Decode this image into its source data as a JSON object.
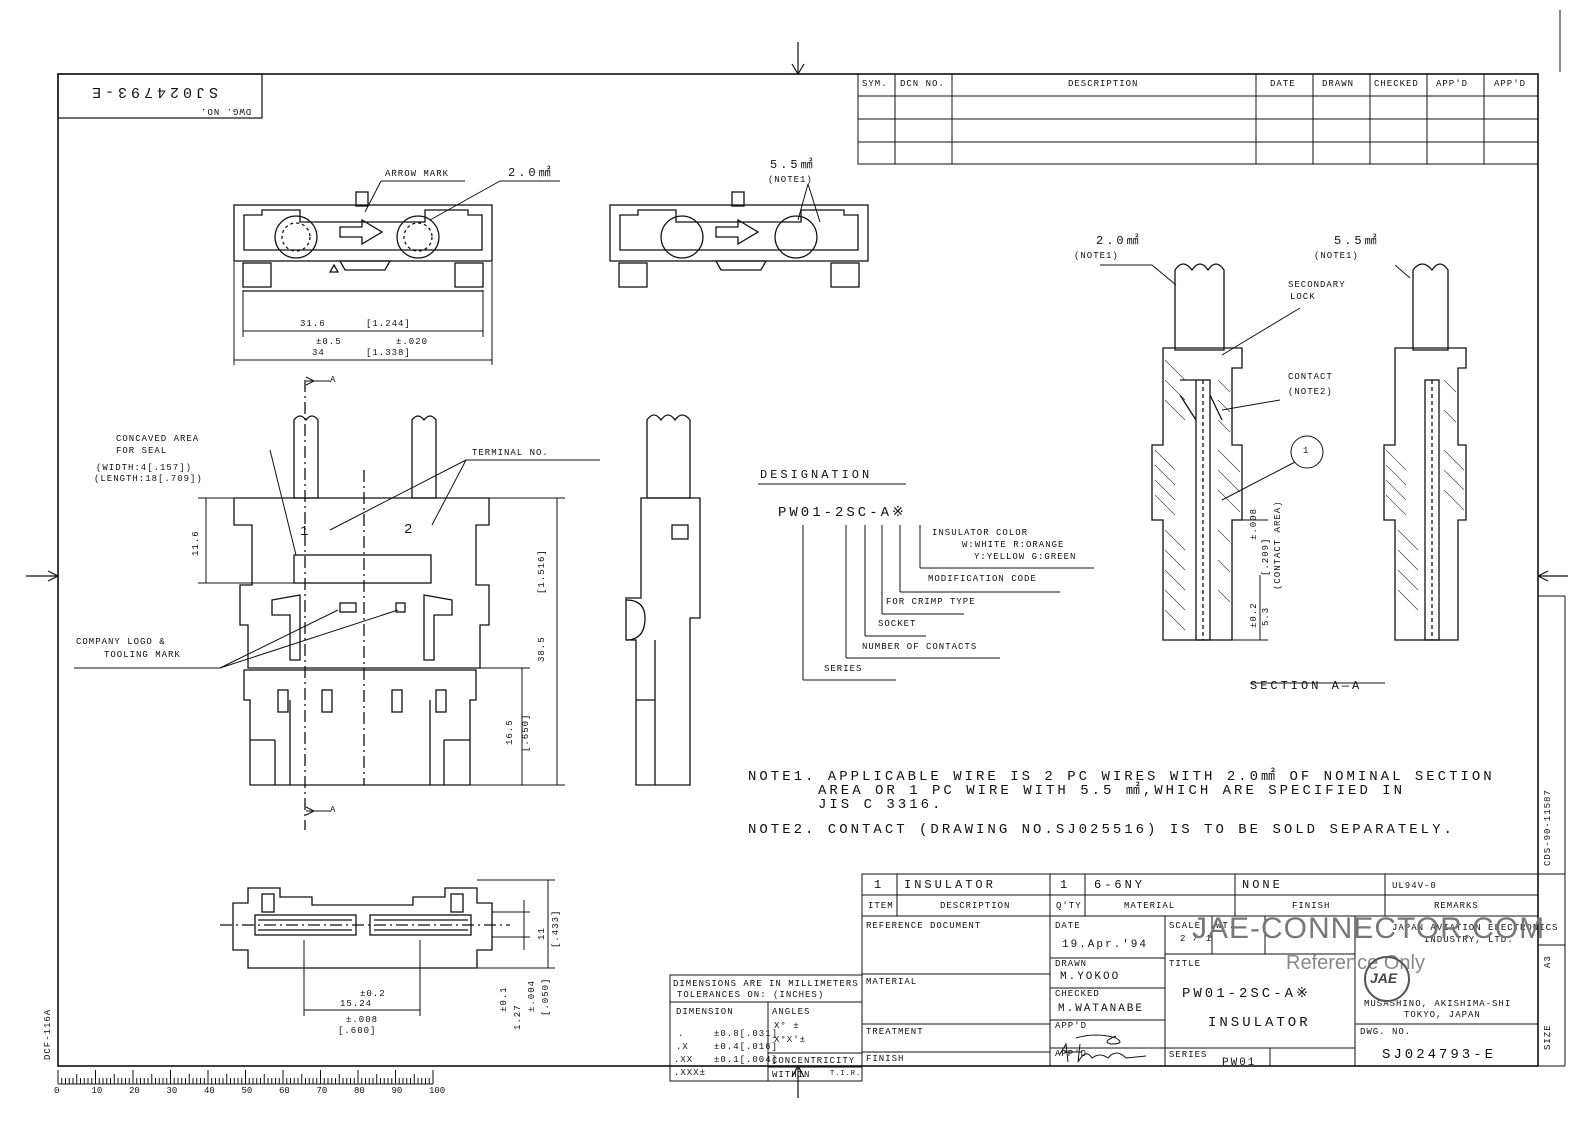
{
  "dwg_no_label": "DWG. NO.",
  "dwg_no_stamp": "SJ024793-E",
  "revision_table": {
    "headers": [
      "SYM.",
      "DCN NO.",
      "DESCRIPTION",
      "DATE",
      "DRAWN",
      "CHECKED",
      "APP'D",
      "APP'D"
    ]
  },
  "top_view": {
    "arrow_mark": "ARROW MARK",
    "wire_2mm": "2.0㎟",
    "dim_inner": "31.6",
    "dim_inner_in": "[1.244]",
    "tol_mm": "±0.5",
    "tol_in": "±.020",
    "dim_outer": "34",
    "dim_outer_in": "[1.338]"
  },
  "top_view2": {
    "wire_55": "5.5㎟",
    "note1": "(NOTE1)"
  },
  "front_view": {
    "section_mark": "A",
    "concaved_area_1": "CONCAVED AREA",
    "concaved_area_2": "FOR SEAL",
    "concaved_width": "(WIDTH:4[.157])",
    "concaved_length": "(LENGTH:18[.709])",
    "terminal_no": "TERMINAL NO.",
    "terminal_1": "1",
    "terminal_2": "2",
    "dim_11_6": "11.6",
    "dim_38_5": "38.5",
    "dim_38_5_in": "[1.516]",
    "dim_16_5": "16.5",
    "dim_16_5_in": "[.650]",
    "company_logo_1": "COMPANY LOGO &",
    "company_logo_2": "TOOLING MARK"
  },
  "bottom_view": {
    "tol_02": "±0.2",
    "dim_15_24": "15.24",
    "tol_008": "±.008",
    "dim_600": "[.600]",
    "dim_11": "11",
    "dim_433": "[.433]",
    "tol_01": "±0.1",
    "dim_1_27": "1.27",
    "tol_004": "±.004",
    "dim_050": "[.050]"
  },
  "designation": {
    "heading": "DESIGNATION",
    "code": "PW01-2SC-A※",
    "insulator_color": "INSULATOR COLOR",
    "color_line1": "W:WHITE   R:ORANGE",
    "color_line2": "Y:YELLOW G:GREEN",
    "modification": "MODIFICATION CODE",
    "crimp": "FOR CRIMP TYPE",
    "socket": "SOCKET",
    "contacts": "NUMBER OF CONTACTS",
    "series": "SERIES"
  },
  "section": {
    "wire_2mm": "2.0㎟",
    "note1_a": "(NOTE1)",
    "wire_55": "5.5㎟",
    "note1_b": "(NOTE1)",
    "secondary_1": "SECONDARY",
    "secondary_2": "LOCK",
    "contact": "CONTACT",
    "note2": "(NOTE2)",
    "balloon": "1",
    "tol_008": "±.008",
    "dim_209": "[.209]",
    "contact_area": "(CONTACT AREA)",
    "tol_02": "±0.2",
    "dim_53": "5.3",
    "caption": "SECTION A—A"
  },
  "notes": {
    "note1_l1": "NOTE1. APPLICABLE WIRE IS 2 PC WIRES WITH 2.0㎟ OF NOMINAL SECTION",
    "note1_l2": "AREA OR 1 PC WIRE WITH 5.5 ㎟,WHICH ARE SPECIFIED IN",
    "note1_l3": "JIS C 3316.",
    "note2": "NOTE2. CONTACT (DRAWING NO.SJ025516) IS TO BE SOLD SEPARATELY."
  },
  "parts_list": {
    "item": "1",
    "description": "INSULATOR",
    "qty": "1",
    "material": "6-6NY",
    "finish": "NONE",
    "remarks": "UL94V-0",
    "h_item": "ITEM",
    "h_description": "DESCRIPTION",
    "h_qty": "Q'TY",
    "h_material": "MATERIAL",
    "h_finish": "FINISH",
    "h_remarks": "REMARKS"
  },
  "title_block": {
    "reference_document": "REFERENCE DOCUMENT",
    "material": "MATERIAL",
    "treatment": "TREATMENT",
    "finish": "FINISH",
    "date_label": "DATE",
    "date_value": "19.Apr.'94",
    "drawn_label": "DRAWN",
    "drawn_value": "M.YOKOO",
    "checked_label": "CHECKED",
    "checked_value": "M.WATANABE",
    "appd_label": "APP'D",
    "appd2_label": "APP'D",
    "scale_label": "SCALE",
    "scale_value": "2 / 1",
    "wt_label": "WT.",
    "title_label": "TITLE",
    "title_l1": "PW01-2SC-A※",
    "title_l2": "INSULATOR",
    "series_label": "SERIES",
    "series_value": "PW01",
    "company_1": "JAPAN AVIATION ELECTRONICS",
    "company_2": "INDUSTRY, LTD.",
    "address_1": "MUSASHINO, AKISHIMA-SHI",
    "address_2": "TOKYO, JAPAN",
    "dwg_no_label": "DWG. NO.",
    "dwg_no_value": "SJ024793-E",
    "size_label": "SIZE",
    "size_value": "A3"
  },
  "tolerances": {
    "line1": "DIMENSIONS ARE IN MILLIMETERS",
    "line2": "TOLERANCES ON:   (INCHES)",
    "dimension": "DIMENSION",
    "angles": "ANGLES",
    "r1": "±0.8[.031]",
    "r2": "±0.4[.016]",
    "r3": "±0.1[.004]",
    "r1_dec": ".",
    "r2_dec": ".X",
    "r3_dec": ".XX",
    "r4_dec": ".XXX±",
    "angle1": "X° ±",
    "angle2": "X°X'±",
    "concentricity": "CONCENTRICITY",
    "within": "WITHIN",
    "tir": "T.I.R."
  },
  "side_codes": {
    "cds": "CDS-90-11587",
    "dcf": "DCF-116A"
  },
  "watermark": {
    "line1": "JAE-CONNECTOR.COM",
    "line2": "Reference Only",
    "logo": "JAE"
  },
  "ruler": {
    "labels": [
      "0",
      "10",
      "20",
      "30",
      "40",
      "50",
      "60",
      "70",
      "80",
      "90",
      "100"
    ]
  }
}
